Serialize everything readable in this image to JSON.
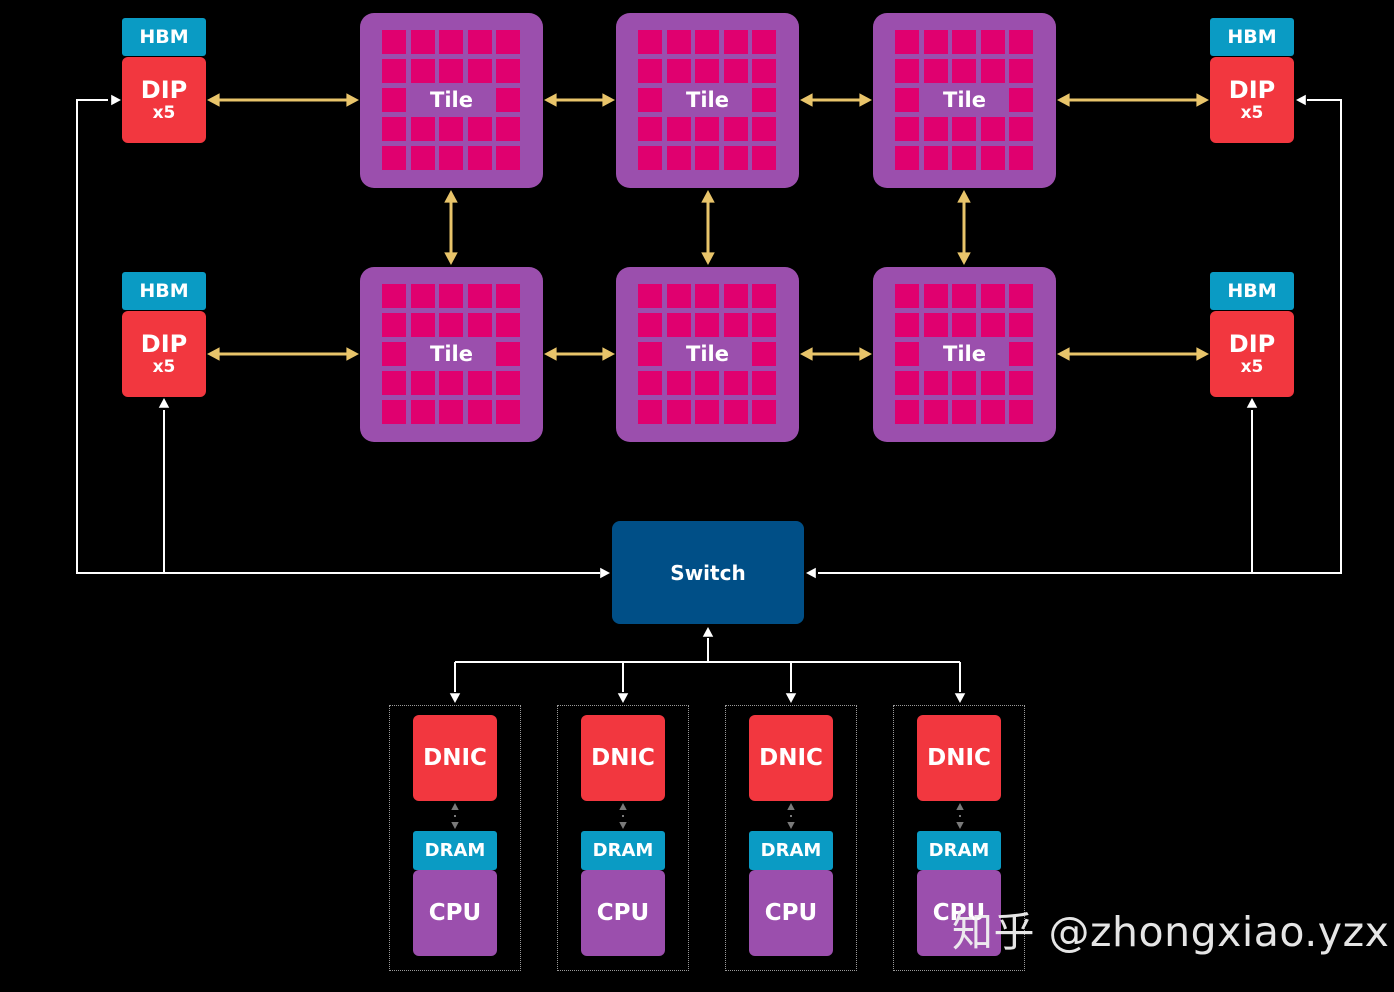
{
  "colors": {
    "background": "#000000",
    "hbm": "#0a9bc4",
    "dip": "#f2373f",
    "tile_frame": "#9b4fad",
    "tile_cell": "#e0006f",
    "switch": "#004f87",
    "dnic": "#f2373f",
    "dram": "#0a9bc4",
    "cpu": "#9b4fad",
    "tile_link": "#e8c46a",
    "network_link": "#ffffff",
    "dram_link": "#7a7a7a",
    "node_border": "#9a9a9a",
    "watermark": "#f2f2f2"
  },
  "dip_blocks": [
    {
      "hbm": "HBM",
      "label": "DIP",
      "multiplier": "x5"
    },
    {
      "hbm": "HBM",
      "label": "DIP",
      "multiplier": "x5"
    },
    {
      "hbm": "HBM",
      "label": "DIP",
      "multiplier": "x5"
    },
    {
      "hbm": "HBM",
      "label": "DIP",
      "multiplier": "x5"
    }
  ],
  "tiles": [
    {
      "label": "Tile"
    },
    {
      "label": "Tile"
    },
    {
      "label": "Tile"
    },
    {
      "label": "Tile"
    },
    {
      "label": "Tile"
    },
    {
      "label": "Tile"
    }
  ],
  "tile_grid": {
    "rows": 5,
    "cols": 5
  },
  "switch": {
    "label": "Switch"
  },
  "nodes": [
    {
      "dnic": "DNIC",
      "dram": "DRAM",
      "cpu": "CPU"
    },
    {
      "dnic": "DNIC",
      "dram": "DRAM",
      "cpu": "CPU"
    },
    {
      "dnic": "DNIC",
      "dram": "DRAM",
      "cpu": "CPU"
    },
    {
      "dnic": "DNIC",
      "dram": "DRAM",
      "cpu": "CPU"
    }
  ],
  "watermark": "知乎 @zhongxiao.yzx"
}
